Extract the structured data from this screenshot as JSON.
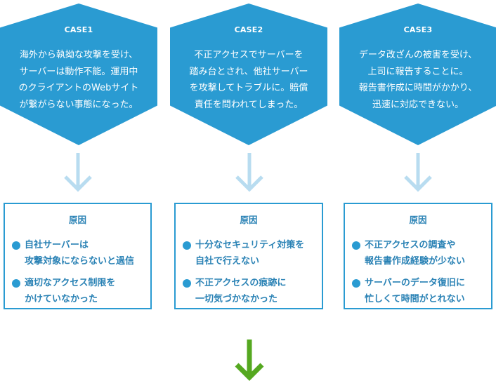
{
  "cases": [
    {
      "label": "CASE1",
      "lines": [
        "海外から執拗な攻撃を受け、",
        "サーバーは動作不能。運用中",
        "のクライアントのWebサイト",
        "が繋がらない事態になった。"
      ],
      "cause_title": "原因",
      "causes": [
        [
          "自社サーバーは",
          "攻撃対象にならないと過信"
        ],
        [
          "適切なアクセス制限を",
          "かけていなかった"
        ]
      ]
    },
    {
      "label": "CASE2",
      "lines": [
        "不正アクセスでサーバーを",
        "踏み台とされ、他社サーバー",
        "を攻撃してトラブルに。賠償",
        "責任を問われてしまった。"
      ],
      "cause_title": "原因",
      "causes": [
        [
          "十分なセキュリティ対策を",
          "自社で行えない"
        ],
        [
          "不正アクセスの痕跡に",
          "一切気づかなかった"
        ]
      ]
    },
    {
      "label": "CASE3",
      "lines": [
        "データ改ざんの被害を受け、",
        "上司に報告することに。",
        "報告書作成に時間がかかり、",
        "迅速に対応できない。"
      ],
      "cause_title": "原因",
      "causes": [
        [
          "不正アクセスの調査や",
          "報告書作成経験が少ない"
        ],
        [
          "サーバーのデータ復旧に",
          "忙しくて時間がとれない"
        ]
      ]
    }
  ],
  "colors": {
    "hexagon": "#2a9bd2",
    "cause_text": "#2a82b5",
    "down_arrow": "#b8dcf0",
    "final_arrow": "#55a820"
  }
}
